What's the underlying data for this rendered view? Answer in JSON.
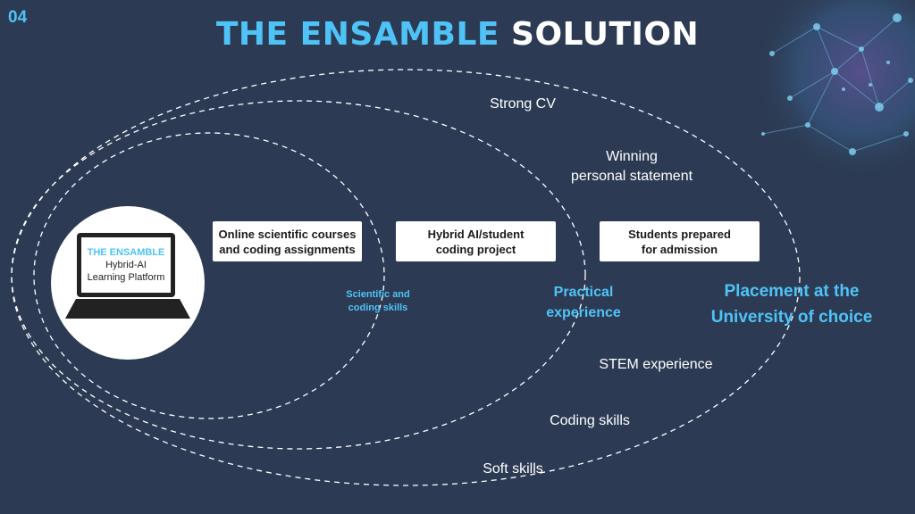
{
  "slide_number": "04",
  "title": {
    "accent": "THE ENSAMBLE",
    "rest": "SOLUTION"
  },
  "platform": {
    "brand": "THE ENSAMBLE",
    "line1": "Hybrid-AI",
    "line2": "Learning Platform"
  },
  "boxes": [
    {
      "line1": "Online scientific courses",
      "line2": "and coding assignments"
    },
    {
      "line1": "Hybrid AI/student",
      "line2": "coding project"
    },
    {
      "line1": "Students prepared",
      "line2": "for admission"
    }
  ],
  "outcomes": {
    "inner": {
      "line1": "Scientific and",
      "line2": "coding skills"
    },
    "middle": {
      "line1": "Practical",
      "line2": "experience"
    },
    "outer": {
      "line1": "Placement at the",
      "line2": "University of choice"
    }
  },
  "labels": {
    "strong_cv": "Strong CV",
    "winning_1": "Winning",
    "winning_2": "personal statement",
    "stem": "STEM experience",
    "coding": "Coding skills",
    "soft": "Soft skills"
  },
  "colors": {
    "background": "#2c3b53",
    "accent": "#4fc3f7",
    "box": "#ffffff"
  }
}
